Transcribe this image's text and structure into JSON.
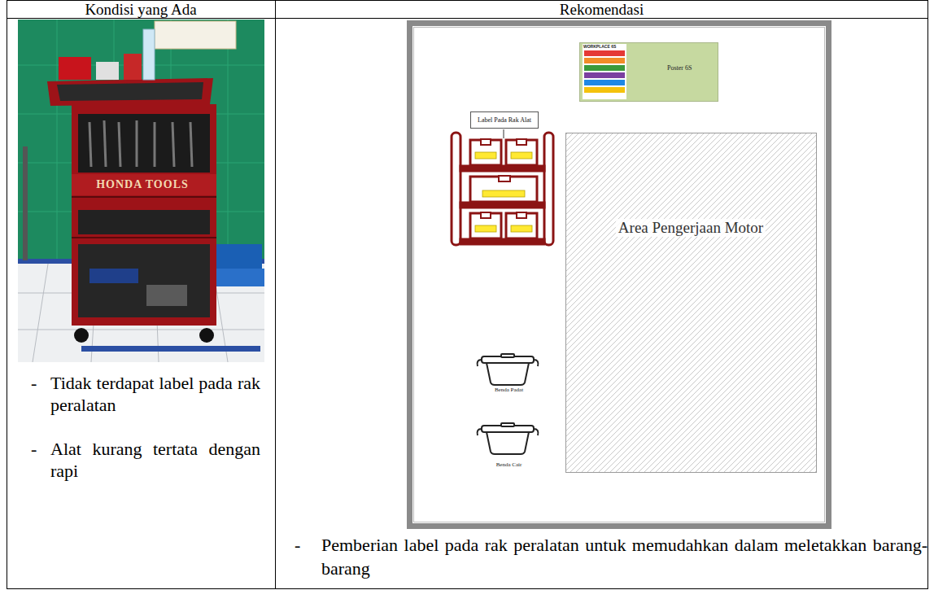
{
  "diagram": {
    "nodes": [
      {
        "text": [
          "WORKPLACE 6S",
          "Poster 6S"
        ]
      },
      {
        "text": [
          "Label Pada Rak Alat"
        ]
      },
      {
        "text": [
          "Area Pengerjaan Motor"
        ]
      },
      {
        "text": [
          "Benda Padat"
        ]
      },
      {
        "text": [
          "Benda Cair"
        ]
      }
    ],
    "labels": [
      "Kondisi yang Ada",
      "Rekomendasi",
      "HONDA TOOLS",
      "-",
      "Tidak terdapat label pada rak peralatan",
      "-",
      "Alat kurang tertata dengan rapi",
      "-",
      "Pemberian label pada rak peralatan untuk memudahkan dalam meletakkan barang-barang"
    ]
  }
}
